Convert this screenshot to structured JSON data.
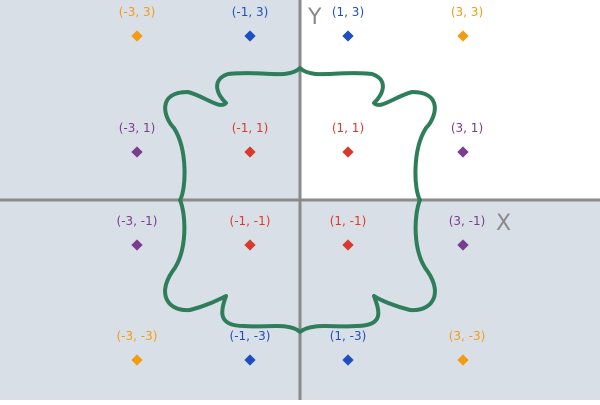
{
  "colors": {
    "background_shaded": "#d9dfe7",
    "background_clear": "#ffffff",
    "axis": "#8a8a8a",
    "curve": "#2e7d5b",
    "orange": "#f39c12",
    "blue": "#1f4fbf",
    "red": "#d93a2b",
    "purple": "#7a3c8c"
  },
  "axes": {
    "x_label": "X",
    "y_label": "Y"
  },
  "points": [
    {
      "label": "(-3, 3)",
      "x": -3,
      "y": 3,
      "color": "orange"
    },
    {
      "label": "(-1, 3)",
      "x": -1,
      "y": 3,
      "color": "blue"
    },
    {
      "label": "(1, 3)",
      "x": 1,
      "y": 3,
      "color": "blue"
    },
    {
      "label": "(3, 3)",
      "x": 3,
      "y": 3,
      "color": "orange"
    },
    {
      "label": "(-3, 1)",
      "x": -3,
      "y": 1,
      "color": "purple"
    },
    {
      "label": "(-1, 1)",
      "x": -1,
      "y": 1,
      "color": "red"
    },
    {
      "label": "(1, 1)",
      "x": 1,
      "y": 1,
      "color": "red"
    },
    {
      "label": "(3, 1)",
      "x": 3,
      "y": 1,
      "color": "purple"
    },
    {
      "label": "(-3, -1)",
      "x": -3,
      "y": -1,
      "color": "purple"
    },
    {
      "label": "(-1, -1)",
      "x": -1,
      "y": -1,
      "color": "red"
    },
    {
      "label": "(1, -1)",
      "x": 1,
      "y": -1,
      "color": "red"
    },
    {
      "label": "(3, -1)",
      "x": 3,
      "y": -1,
      "color": "purple"
    },
    {
      "label": "(-3, -3)",
      "x": -3,
      "y": -3,
      "color": "orange"
    },
    {
      "label": "(-1, -3)",
      "x": -1,
      "y": -3,
      "color": "blue"
    },
    {
      "label": "(1, -3)",
      "x": 1,
      "y": -3,
      "color": "blue"
    },
    {
      "label": "(3, -3)",
      "x": 3,
      "y": -3,
      "color": "orange"
    }
  ]
}
